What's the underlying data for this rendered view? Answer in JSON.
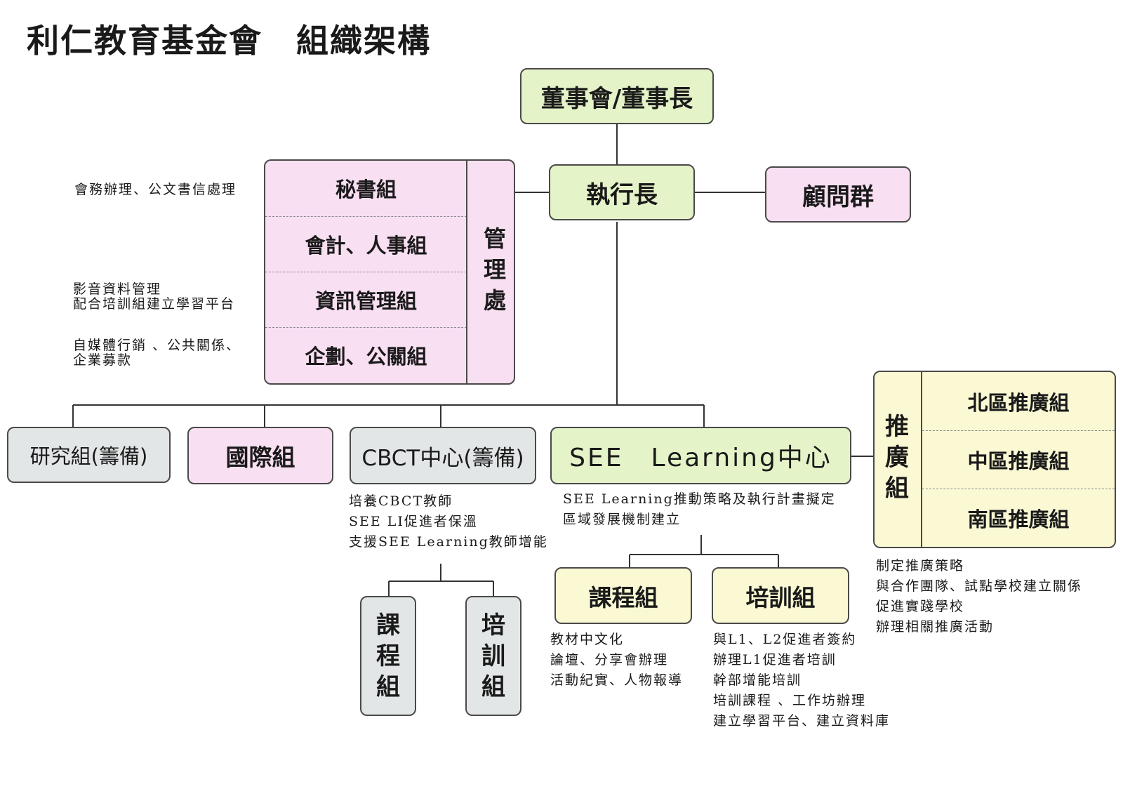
{
  "title": "利仁教育基金會　組織架構",
  "board": "董事會/董事長",
  "ceo": "執行長",
  "advisors": "顧問群",
  "management": {
    "label": "管理處",
    "units": [
      "秘書組",
      "會計、人事組",
      "資訊管理組",
      "企劃、公關組"
    ],
    "notes": {
      "secretary": "會務辦理、公文書信處理",
      "info_line1": "影音資料管理",
      "info_line2": "配合培訓組建立學習平台",
      "pr_line1": "自媒體行銷 、公共關係、",
      "pr_line2": "企業募款"
    }
  },
  "research": "研究組(籌備)",
  "international": "國際組",
  "cbct": {
    "label": "CBCT中心(籌備)",
    "notes": [
      "培養CBCT教師",
      "SEE LI促進者保溫",
      "支援SEE Learning教師增能"
    ],
    "sub_course": "課程組",
    "sub_training": "培訓組"
  },
  "see": {
    "label": "SEE　Learning中心",
    "notes": [
      "SEE Learning推動策略及執行計畫擬定",
      "區域發展機制建立"
    ],
    "course": {
      "label": "課程組",
      "notes": [
        "教材中文化",
        "論壇、分享會辦理",
        "活動紀實、人物報導"
      ]
    },
    "training": {
      "label": "培訓組",
      "notes": [
        "與L1、L2促進者簽約",
        "辦理L1促進者培訓",
        "幹部增能培訓",
        "培訓課程 、工作坊辦理",
        "建立學習平台、建立資料庫"
      ]
    }
  },
  "promotion": {
    "label": "推廣組",
    "units": [
      "北區推廣組",
      "中區推廣組",
      "南區推廣組"
    ],
    "notes": [
      "制定推廣策略",
      "與合作團隊、試點學校建立關係",
      "促進實踐學校",
      "辦理相關推廣活動"
    ]
  },
  "colors": {
    "green": "#e4f3c8",
    "pink": "#f9dff2",
    "gray": "#e3e6e7",
    "yellow": "#fbf9d4",
    "border": "#4a4a4a"
  }
}
